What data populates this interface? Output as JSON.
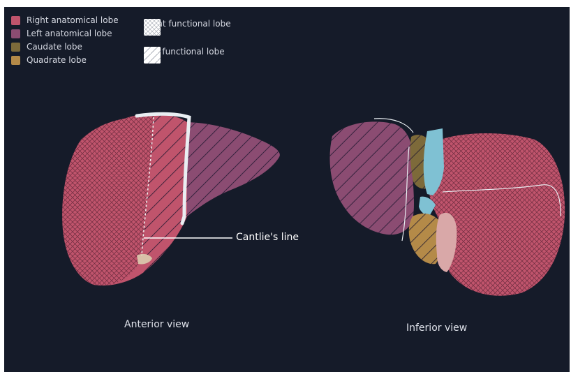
{
  "legend": {
    "items": [
      {
        "label": "Right anatomical lobe",
        "color": "#c0546c"
      },
      {
        "label": "Left anatomical lobe",
        "color": "#8b4c72"
      },
      {
        "label": "Caudate lobe",
        "color": "#7d6a3a"
      },
      {
        "label": "Quadrate lobe",
        "color": "#b48a48"
      }
    ],
    "functional": [
      {
        "label": "Right functional lobe",
        "pattern": "crosshatch"
      },
      {
        "label": "Left functional lobe",
        "pattern": "diagonal-lines"
      }
    ]
  },
  "anterior": {
    "caption": "Anterior view",
    "callout": "Cantlie's line"
  },
  "inferior": {
    "caption": "Inferior view"
  },
  "colors": {
    "background": "#151b29",
    "right_lobe": "#c0546c",
    "left_lobe": "#8b4c72",
    "caudate": "#7d6a3a",
    "quadrate": "#b48a48",
    "vessel": "#7fc1d3",
    "ligament": "#e9eef2"
  }
}
